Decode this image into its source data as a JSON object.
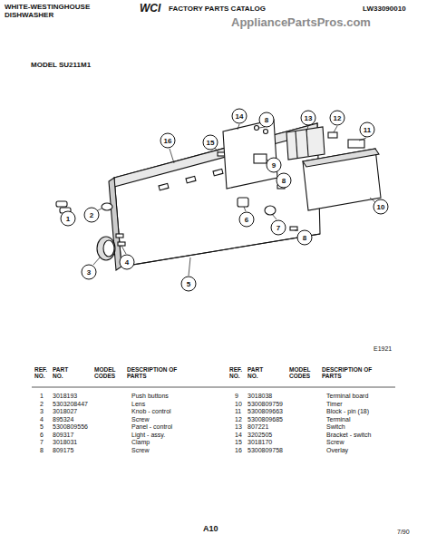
{
  "diagram": {
    "labels": [
      "WHITE-WESTINGHOUSE",
      "DISHWASHER",
      "WCI",
      "FACTORY PARTS CATALOG",
      "LW33090010",
      "MODEL SU211M1",
      "AppliancePartsPros.com",
      "14",
      "8",
      "13",
      "12",
      "11",
      "16",
      "15",
      "9",
      "8",
      "10",
      "6",
      "7",
      "8",
      "1",
      "2",
      "4",
      "3",
      "5",
      "E1921",
      "REF. NO.",
      "PART NO.",
      "MODEL CODES",
      "DESCRIPTION OF PARTS",
      "REF. NO.",
      "PART NO.",
      "MODEL CODES",
      "DESCRIPTION OF PARTS",
      "1",
      "3018193",
      "Push buttons",
      "2",
      "5303208447",
      "Lens",
      "3",
      "3018027",
      "Knob - control",
      "4",
      "895324",
      "Screw",
      "5",
      "5300809556",
      "Panel - control",
      "6",
      "809317",
      "Light - assy.",
      "7",
      "3018031",
      "Clamp",
      "8",
      "809175",
      "Screw",
      "9",
      "3018038",
      "Terminal board",
      "10",
      "5300809759",
      "Timer",
      "11",
      "5300809663",
      "Block - pin (18)",
      "12",
      "5300809685",
      "Terminal",
      "13",
      "807221",
      "Switch",
      "14",
      "3202505",
      "Bracket - switch",
      "15",
      "3018170",
      "Screw",
      "16",
      "5300809758",
      "Overlay",
      "A10",
      "7/90"
    ]
  }
}
